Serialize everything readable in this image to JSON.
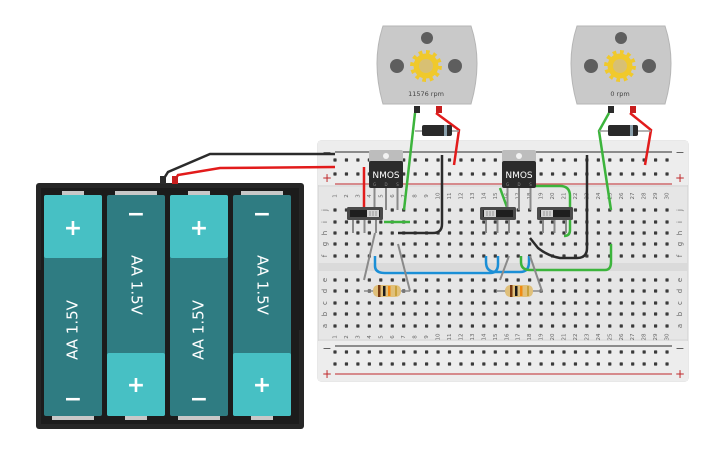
{
  "scene": {
    "title": "Breadboard circuit: two DC motors driven by NMOS transistors with slide switches"
  },
  "motors": [
    {
      "id": "motor-1",
      "speed_label": "11576 rpm",
      "speed_rpm": 11576
    },
    {
      "id": "motor-2",
      "speed_label": "0 rpm",
      "speed_rpm": 0
    }
  ],
  "transistors": [
    {
      "id": "nmos-1",
      "label": "NMOS",
      "pins": [
        "G",
        "D",
        "S"
      ]
    },
    {
      "id": "nmos-2",
      "label": "NMOS",
      "pins": [
        "G",
        "D",
        "S"
      ]
    }
  ],
  "battery_pack": {
    "cells": [
      {
        "label": "AA 1.5V",
        "top_symbol": "+",
        "bottom_symbol": "−"
      },
      {
        "label": "AA 1.5V",
        "top_symbol": "−",
        "bottom_symbol": "+"
      },
      {
        "label": "AA 1.5V",
        "top_symbol": "+",
        "bottom_symbol": "−"
      },
      {
        "label": "AA 1.5V",
        "top_symbol": "−",
        "bottom_symbol": "+"
      }
    ]
  },
  "breadboard": {
    "columns": [
      "1",
      "2",
      "3",
      "4",
      "5",
      "6",
      "7",
      "8",
      "9",
      "10",
      "11",
      "12",
      "13",
      "14",
      "15",
      "16",
      "17",
      "18",
      "19",
      "20",
      "21",
      "22",
      "23",
      "24",
      "25",
      "26",
      "27",
      "28",
      "29",
      "30"
    ],
    "rows_top": [
      "j",
      "i",
      "h",
      "g",
      "f"
    ],
    "rows_bottom": [
      "e",
      "d",
      "c",
      "b",
      "a"
    ],
    "rail_minus": "−",
    "rail_plus": "+"
  },
  "colors": {
    "battery_light": "#47c0c4",
    "battery_dark": "#2f7c82",
    "battery_case": "#262626",
    "motor_body": "#c9c9c9",
    "gear": "#f0c92c",
    "wire_red": "#e21b1b",
    "wire_black": "#2b2b2b",
    "wire_green": "#3cb43c",
    "wire_blue": "#1b8fd6",
    "board": "#ebebeb",
    "rail_red": "#c0282a"
  }
}
